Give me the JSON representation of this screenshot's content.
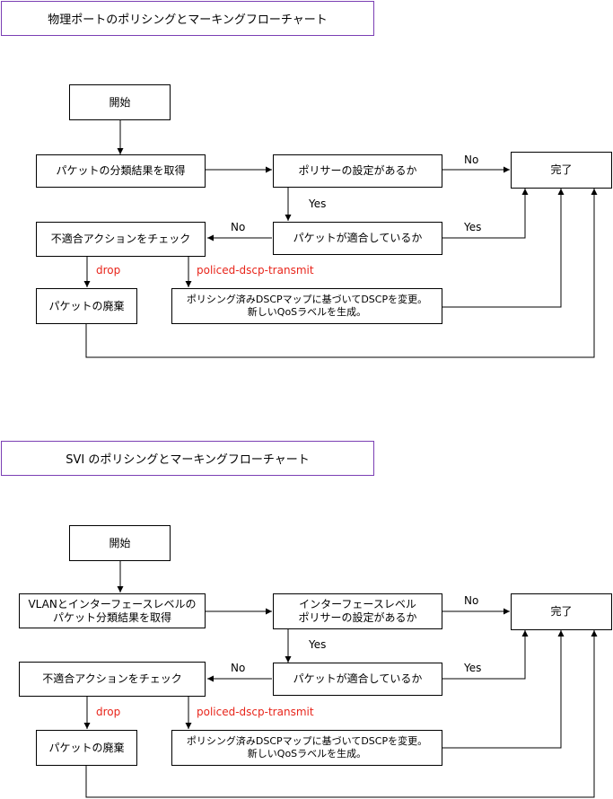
{
  "section1": {
    "title": "物理ポートのポリシングとマーキングフローチャート",
    "start": "開始",
    "get_class": "パケットの分類結果を取得",
    "policer_check": "ポリサーの設定があるか",
    "done": "完了",
    "conform_check": "パケットが適合しているか",
    "nonconform_action": "不適合アクションをチェック",
    "drop_packet": "パケットの廃棄",
    "remark": "ポリシング済みDSCPマップに基づいてDSCPを変更。\n新しいQoSラベルを生成。",
    "label_no_1": "No",
    "label_yes_1": "Yes",
    "label_no_2": "No",
    "label_yes_2": "Yes",
    "label_drop": "drop",
    "label_policed": "policed-dscp-transmit"
  },
  "section2": {
    "title": "SVI のポリシングとマーキングフローチャート",
    "start": "開始",
    "get_class": "VLANとインターフェースレベルの\nパケット分類結果を取得",
    "policer_check": "インターフェースレベル\nポリサーの設定があるか",
    "done": "完了",
    "conform_check": "パケットが適合しているか",
    "nonconform_action": "不適合アクションをチェック",
    "drop_packet": "パケットの廃棄",
    "remark": "ポリシング済みDSCPマップに基づいてDSCPを変更。\n新しいQoSラベルを生成。",
    "label_no_1": "No",
    "label_yes_1": "Yes",
    "label_no_2": "No",
    "label_yes_2": "Yes",
    "label_drop": "drop",
    "label_policed": "policed-dscp-transmit"
  },
  "colors": {
    "title_border": "#7b3fb4",
    "label_red": "#e8251b"
  }
}
